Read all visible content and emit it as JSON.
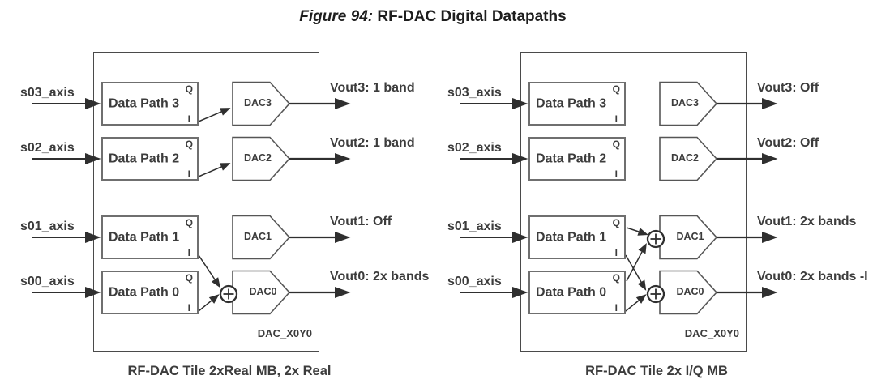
{
  "figure": {
    "label": "Figure 94:",
    "title": "RF-DAC Digital Datapaths"
  },
  "colors": {
    "wire": "#2f2f2f",
    "text": "#3c3c3c",
    "box_border": "#6f6f6f",
    "outer_border": "#4a4a4a"
  },
  "diagrams": [
    {
      "caption": "RF-DAC Tile 2xReal MB, 2x Real",
      "tile_id": "DAC_X0Y0",
      "inputs": [
        "s03_axis",
        "s02_axis",
        "s01_axis",
        "s00_axis"
      ],
      "datapaths": [
        {
          "label": "Data Path 3",
          "q": "Q",
          "i": "I"
        },
        {
          "label": "Data Path 2",
          "q": "Q",
          "i": "I"
        },
        {
          "label": "Data Path 1",
          "q": "Q",
          "i": "I"
        },
        {
          "label": "Data Path 0",
          "q": "Q",
          "i": "I"
        }
      ],
      "dacs": [
        "DAC3",
        "DAC2",
        "DAC1",
        "DAC0"
      ],
      "outputs": [
        "Vout3: 1 band",
        "Vout2: 1 band",
        "Vout1: Off",
        "Vout0: 2x bands"
      ]
    },
    {
      "caption": "RF-DAC Tile 2x I/Q MB",
      "tile_id": "DAC_X0Y0",
      "inputs": [
        "s03_axis",
        "s02_axis",
        "s01_axis",
        "s00_axis"
      ],
      "datapaths": [
        {
          "label": "Data Path 3",
          "q": "Q",
          "i": "I"
        },
        {
          "label": "Data Path 2",
          "q": "Q",
          "i": "I"
        },
        {
          "label": "Data Path 1",
          "q": "Q",
          "i": "I"
        },
        {
          "label": "Data Path 0",
          "q": "Q",
          "i": "I"
        }
      ],
      "dacs": [
        "DAC3",
        "DAC2",
        "DAC1",
        "DAC0"
      ],
      "outputs": [
        "Vout3: Off",
        "Vout2: Off",
        "Vout1: 2x bands",
        "Vout0: 2x bands -I"
      ]
    }
  ]
}
